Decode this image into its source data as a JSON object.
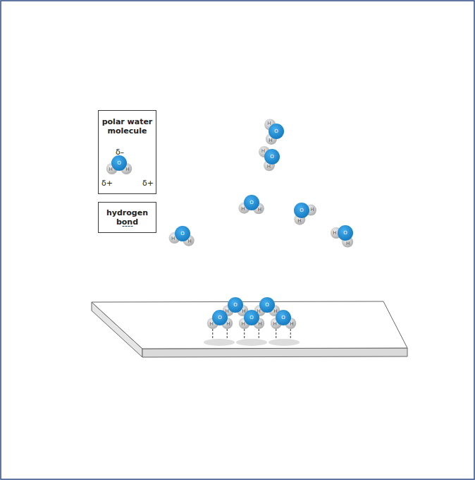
{
  "diagram": {
    "nodes": [
      {
        "text": [
          "polar water molecule",
          "δ–",
          "O",
          "H",
          "H",
          "δ+",
          "δ+"
        ]
      },
      {
        "text": [
          "hydrogen bond",
          "----"
        ]
      }
    ],
    "labels": [
      "O",
      "H",
      "H",
      "O",
      "H",
      "H",
      "O",
      "H",
      "H",
      "O",
      "H",
      "H",
      "O",
      "H",
      "H",
      "O",
      "H",
      "H",
      "O",
      "H",
      "H",
      "O",
      "H",
      "H",
      "O",
      "H",
      "H",
      "O",
      "H",
      "H",
      "O",
      "H",
      "H"
    ]
  }
}
